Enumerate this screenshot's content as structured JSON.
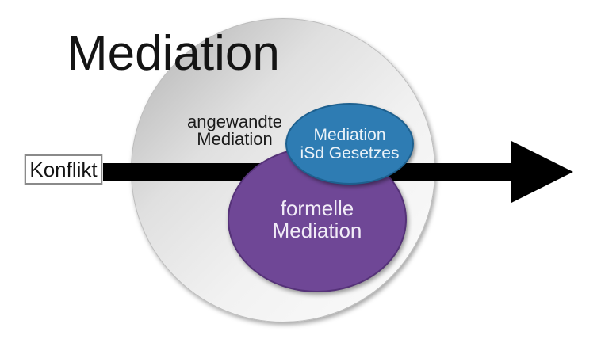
{
  "title": "Mediation",
  "outer_circle": {
    "label_line1": "angewandte",
    "label_line2": "Mediation"
  },
  "legal_ellipse": {
    "label_line1": "Mediation",
    "label_line2": "iSd Gesetzes"
  },
  "formal_ellipse": {
    "label_line1": "formelle",
    "label_line2": "Mediation"
  },
  "conflict_box": {
    "label": "Konflikt"
  },
  "colors": {
    "arrow": "#000000",
    "outer_circle_gradient_start": "#9a9a9a",
    "outer_circle_gradient_end": "#fcfcfc",
    "legal_ellipse_fill": "#2e7cb3",
    "legal_ellipse_border": "#1d608f",
    "formal_ellipse_fill": "#6f4796",
    "conflict_box_border": "#8a8a8a",
    "title_text": "#141414",
    "ellipse_text": "#f1ecf7"
  }
}
